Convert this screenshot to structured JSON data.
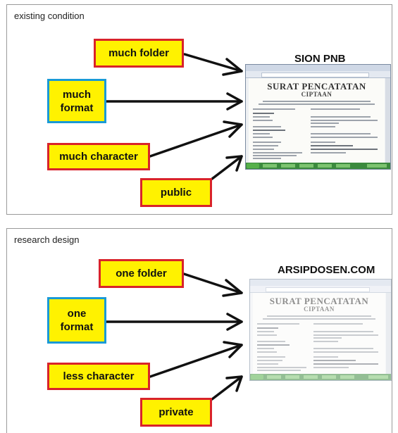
{
  "panels": [
    {
      "title": "existing condition",
      "site": "SION PNB",
      "boxes": [
        "much folder",
        "much\nformat",
        "much character",
        "public"
      ],
      "document": {
        "heading": "SURAT PENCATATAN",
        "subheading": "CIPTAAN"
      }
    },
    {
      "title": "research design",
      "site": "ARSIPDOSEN.COM",
      "boxes": [
        "one folder",
        "one\nformat",
        "less character",
        "private"
      ],
      "document": {
        "heading": "SURAT PENCATATAN",
        "subheading": "CIPTAAN"
      }
    }
  ],
  "colors": {
    "box_fill": "#fff200",
    "border_red": "#d9232a",
    "border_blue": "#1a9ad6",
    "arrow": "#111111"
  }
}
